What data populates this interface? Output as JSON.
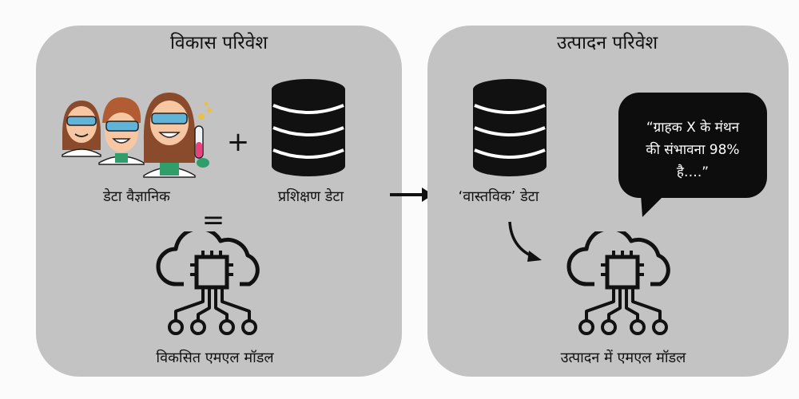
{
  "dev_env": {
    "title": "विकास परिवेश",
    "scientists_label": "डेटा वैज्ञानिक",
    "plus": "+",
    "training_data_label": "प्रशिक्षण डेटा",
    "equals": "=",
    "model_label": "विकसित एमएल मॉडल"
  },
  "prod_env": {
    "title": "उत्पादन परिवेश",
    "real_data_label": "‘वास्तविक’ डेटा",
    "bubble_lines": [
      "“ग्राहक X के मंथन",
      "की संभावना 98%",
      "है….”"
    ],
    "model_label": "उत्पादन में एमएल मॉडल"
  },
  "colors": {
    "panel": "#c3c3c3",
    "database": "#111111",
    "bubble": "#0d0d0d",
    "skin": "#f7c6a3",
    "hair": "#8a4b2d",
    "goggles": "#5fb4d8"
  },
  "icons": [
    "scientists-illustration",
    "database-icon",
    "ml-model-cloud-chip-icon",
    "arrow-right-icon",
    "curved-arrow-icon",
    "speech-bubble"
  ]
}
